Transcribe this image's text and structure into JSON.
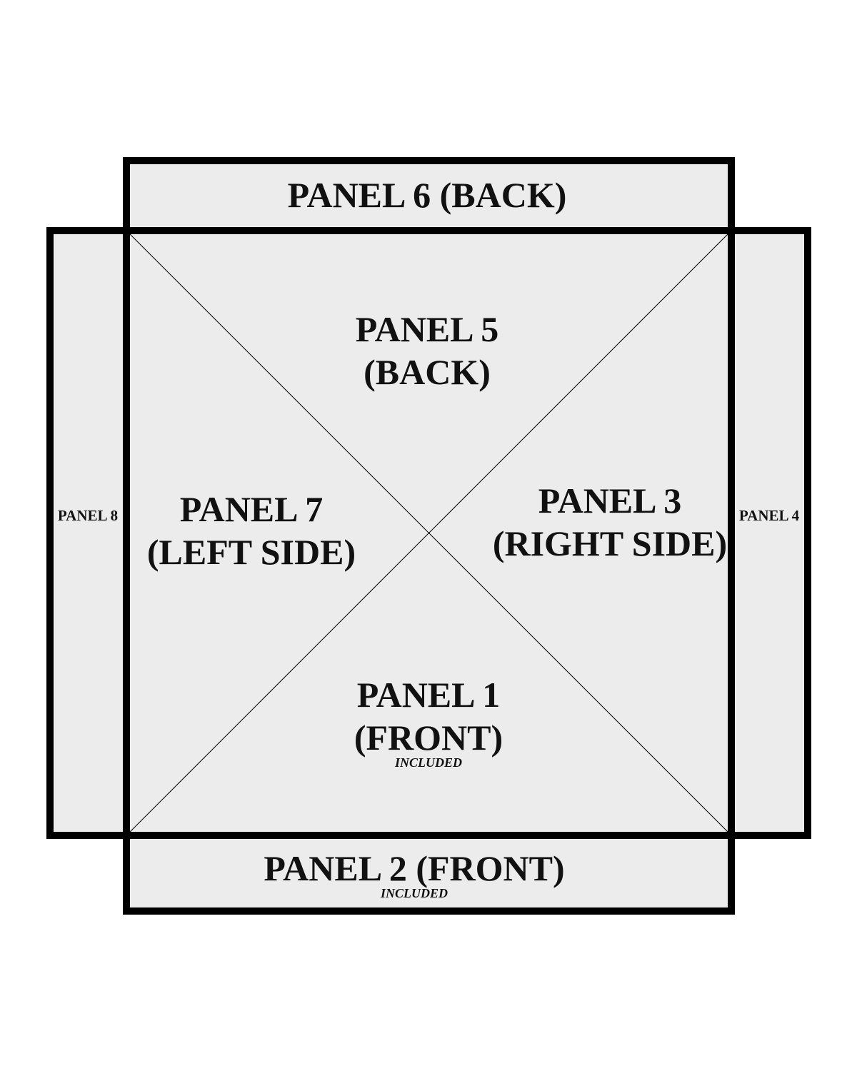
{
  "colors": {
    "fill": "#ececec",
    "stroke": "#000000",
    "text": "#111111"
  },
  "panels": {
    "p6": {
      "line1": "PANEL 6 (BACK)"
    },
    "p5": {
      "line1": "PANEL 5",
      "line2": "(BACK)"
    },
    "p7": {
      "line1": "PANEL 7",
      "line2": "(LEFT SIDE)"
    },
    "p3": {
      "line1": "PANEL 3",
      "line2": "(RIGHT SIDE)"
    },
    "p1": {
      "line1": "PANEL 1",
      "line2": "(FRONT)",
      "note": "INCLUDED"
    },
    "p2": {
      "line1": "PANEL 2 (FRONT)",
      "note": "INCLUDED"
    },
    "p8": {
      "line1": "PANEL 8"
    },
    "p4": {
      "line1": "PANEL 4"
    }
  }
}
